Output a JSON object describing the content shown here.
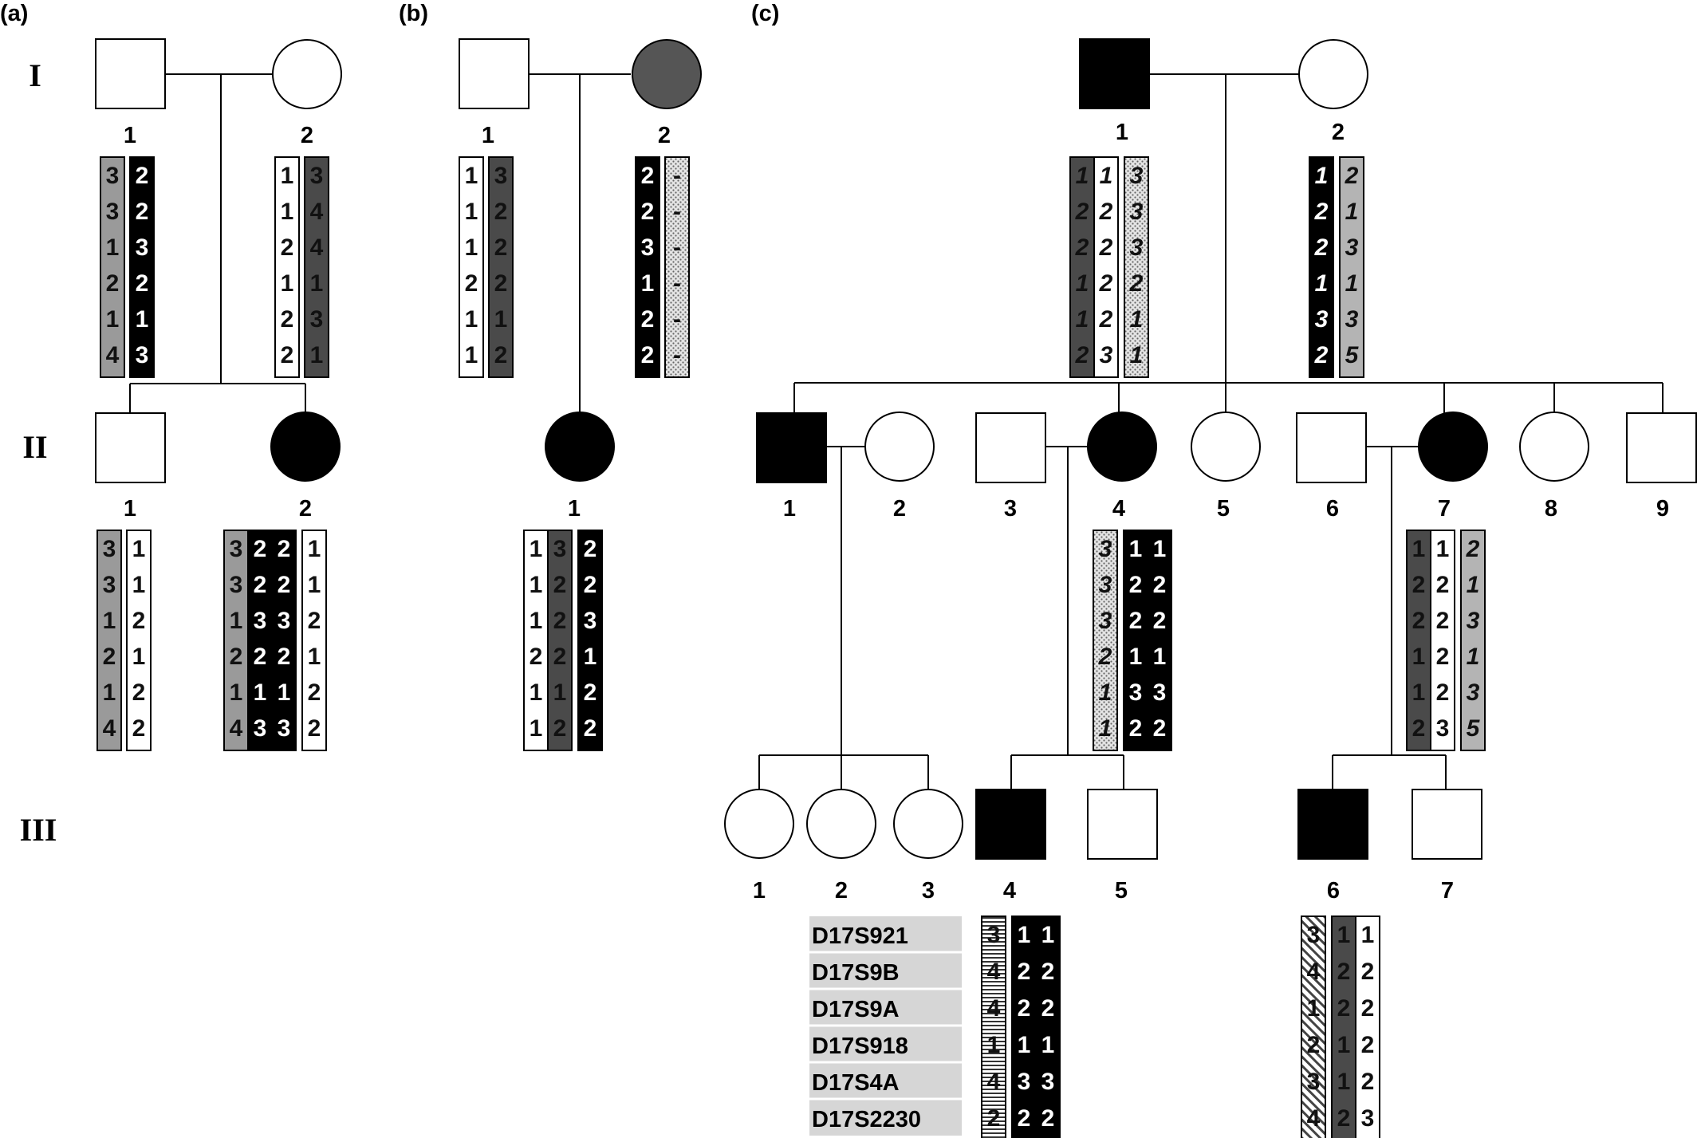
{
  "panels": {
    "a": "(a)",
    "b": "(b)",
    "c": "(c)"
  },
  "generations": [
    "I",
    "II",
    "III"
  ],
  "markers": [
    "D17S921",
    "D17S9B",
    "D17S9A",
    "D17S918",
    "D17S4A",
    "D17S2230"
  ],
  "individual_labels": {
    "a_I_1": "1",
    "a_I_2": "2",
    "a_II_1": "1",
    "a_II_2": "2",
    "b_I_1": "1",
    "b_I_2": "2",
    "b_II_1": "1",
    "c_I_1": "1",
    "c_I_2": "2",
    "c_II_1": "1",
    "c_II_2": "2",
    "c_II_3": "3",
    "c_II_4": "4",
    "c_II_5": "5",
    "c_II_6": "6",
    "c_II_7": "7",
    "c_II_8": "8",
    "c_II_9": "9",
    "c_III_1": "1",
    "c_III_2": "2",
    "c_III_3": "3",
    "c_III_4": "4",
    "c_III_5": "5",
    "c_III_6": "6",
    "c_III_7": "7"
  },
  "haplotypes": {
    "a_I_1": [
      {
        "fill": "#9a9a9a",
        "text_color": "#111111",
        "values": [
          "3",
          "3",
          "1",
          "2",
          "1",
          "4"
        ]
      },
      {
        "fill": "#000000",
        "text_color": "#ffffff",
        "values": [
          "2",
          "2",
          "3",
          "2",
          "1",
          "3"
        ]
      }
    ],
    "a_I_2": [
      {
        "fill": "#ffffff",
        "text_color": "#111111",
        "values": [
          "1",
          "1",
          "2",
          "1",
          "2",
          "2"
        ]
      },
      {
        "fill": "#4a4a4a",
        "text_color": "#111111",
        "values": [
          "3",
          "4",
          "4",
          "1",
          "3",
          "1"
        ]
      }
    ],
    "a_II_1": [
      {
        "fill": "#9a9a9a",
        "text_color": "#111111",
        "values": [
          "3",
          "3",
          "1",
          "2",
          "1",
          "4"
        ]
      },
      {
        "fill": "#ffffff",
        "text_color": "#111111",
        "values": [
          "1",
          "1",
          "2",
          "1",
          "2",
          "2"
        ]
      }
    ],
    "a_II_2": [
      {
        "fill": "#9a9a9a",
        "text_color": "#111111",
        "values": [
          "3",
          "3",
          "1",
          "2",
          "1",
          "4"
        ]
      },
      {
        "fill": "#000000",
        "text_color": "#ffffff",
        "values": [
          "2",
          "2",
          "3",
          "2",
          "1",
          "3"
        ]
      },
      {
        "fill": "#000000",
        "text_color": "#ffffff",
        "values": [
          "2",
          "2",
          "3",
          "2",
          "1",
          "3"
        ]
      },
      {
        "fill": "#ffffff",
        "text_color": "#111111",
        "values": [
          "1",
          "1",
          "2",
          "1",
          "2",
          "2"
        ]
      }
    ],
    "b_I_1": [
      {
        "fill": "#ffffff",
        "text_color": "#111111",
        "values": [
          "1",
          "1",
          "1",
          "2",
          "1",
          "1"
        ]
      },
      {
        "fill": "#4a4a4a",
        "text_color": "#111111",
        "values": [
          "3",
          "2",
          "2",
          "2",
          "1",
          "2"
        ]
      }
    ],
    "b_I_2": [
      {
        "fill": "#000000",
        "text_color": "#ffffff",
        "values": [
          "2",
          "2",
          "3",
          "1",
          "2",
          "2"
        ]
      },
      {
        "fill": "dots",
        "text_color": "#111111",
        "values": [
          "-",
          "-",
          "-",
          "-",
          "-",
          "-"
        ]
      }
    ],
    "b_II_1": [
      {
        "fill": "#ffffff",
        "text_color": "#111111",
        "values": [
          "1",
          "1",
          "1",
          "2",
          "1",
          "1"
        ]
      },
      {
        "fill": "#4a4a4a",
        "text_color": "#111111",
        "values": [
          "3",
          "2",
          "2",
          "2",
          "1",
          "2"
        ]
      },
      {
        "fill": "#000000",
        "text_color": "#ffffff",
        "values": [
          "2",
          "2",
          "3",
          "1",
          "2",
          "2"
        ]
      }
    ],
    "c_I_1": [
      {
        "fill": "#4a4a4a",
        "text_color": "#111111",
        "italic": true,
        "values": [
          "1",
          "2",
          "2",
          "1",
          "1",
          "2"
        ]
      },
      {
        "fill": "#ffffff",
        "text_color": "#111111",
        "italic": true,
        "values": [
          "1",
          "2",
          "2",
          "2",
          "2",
          "3"
        ]
      },
      {
        "fill": "dots",
        "text_color": "#111111",
        "italic": true,
        "values": [
          "3",
          "3",
          "3",
          "2",
          "1",
          "1"
        ]
      }
    ],
    "c_I_2": [
      {
        "fill": "#000000",
        "text_color": "#ffffff",
        "italic": true,
        "values": [
          "1",
          "2",
          "2",
          "1",
          "3",
          "2"
        ]
      },
      {
        "fill": "#b4b4b4",
        "text_color": "#111111",
        "italic": true,
        "values": [
          "2",
          "1",
          "3",
          "1",
          "3",
          "5"
        ]
      }
    ],
    "c_II_4": [
      {
        "fill": "dots",
        "text_color": "#111111",
        "italic": true,
        "values": [
          "3",
          "3",
          "3",
          "2",
          "1",
          "1"
        ]
      },
      {
        "fill": "#000000",
        "text_color": "#ffffff",
        "values": [
          "1",
          "2",
          "2",
          "1",
          "3",
          "2"
        ]
      },
      {
        "fill": "#000000",
        "text_color": "#ffffff",
        "values": [
          "1",
          "2",
          "2",
          "1",
          "3",
          "2"
        ]
      }
    ],
    "c_II_7": [
      {
        "fill": "#4a4a4a",
        "text_color": "#111111",
        "values": [
          "1",
          "2",
          "2",
          "1",
          "1",
          "2"
        ]
      },
      {
        "fill": "#ffffff",
        "text_color": "#111111",
        "values": [
          "1",
          "2",
          "2",
          "2",
          "2",
          "3"
        ]
      },
      {
        "fill": "#b4b4b4",
        "text_color": "#111111",
        "italic": true,
        "values": [
          "2",
          "1",
          "3",
          "1",
          "3",
          "5"
        ]
      }
    ],
    "c_III_4": [
      {
        "fill": "hstripes",
        "text_color": "#111111",
        "values": [
          "3",
          "4",
          "4",
          "1",
          "4",
          "2"
        ]
      },
      {
        "fill": "#000000",
        "text_color": "#ffffff",
        "values": [
          "1",
          "2",
          "2",
          "1",
          "3",
          "2"
        ]
      },
      {
        "fill": "#000000",
        "text_color": "#ffffff",
        "values": [
          "1",
          "2",
          "2",
          "1",
          "3",
          "2"
        ]
      }
    ],
    "c_III_6": [
      {
        "fill": "diag",
        "text_color": "#111111",
        "values": [
          "3",
          "4",
          "1",
          "2",
          "3",
          "4"
        ]
      },
      {
        "fill": "#4a4a4a",
        "text_color": "#111111",
        "values": [
          "1",
          "2",
          "2",
          "1",
          "1",
          "2"
        ]
      },
      {
        "fill": "#ffffff",
        "text_color": "#111111",
        "values": [
          "1",
          "2",
          "2",
          "2",
          "2",
          "3"
        ]
      }
    ]
  }
}
